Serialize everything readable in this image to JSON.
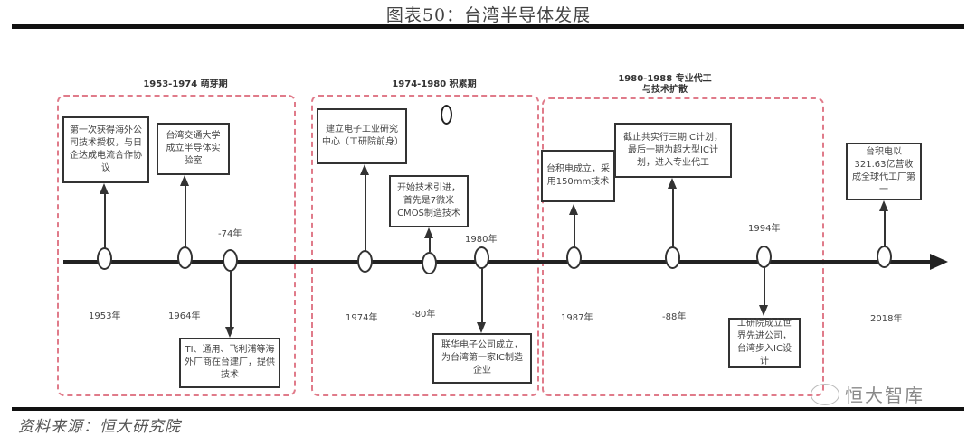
{
  "figure": {
    "title": "图表50：台湾半导体发展",
    "source": "资料来源：恒大研究院",
    "watermark": "恒大智库",
    "watermark_icon": "wechat-icon"
  },
  "periods": [
    {
      "label": "1953-1974 萌芽期"
    },
    {
      "label": "1974-1980 积累期"
    },
    {
      "label": "1980-1988 专业代工与技术扩散"
    }
  ],
  "events": [
    {
      "year": "1953年",
      "text": "第一次获得海外公司技术授权，与日企达成电流合作协议",
      "direction": "up"
    },
    {
      "year": "1964年",
      "text": "台湾交通大学成立半导体实验室",
      "direction": "up"
    },
    {
      "year": "-74年",
      "text": "TI、通用、飞利浦等海外厂商在台建厂，提供技术",
      "direction": "down"
    },
    {
      "year": "1974年",
      "text": "建立电子工业研究中心（工研院前身）",
      "direction": "up"
    },
    {
      "year": "-80年",
      "text": "开始技术引进，首先是7微米CMOS制造技术",
      "direction": "up"
    },
    {
      "year": "1980年",
      "text": "联华电子公司成立，为台湾第一家IC制造企业",
      "direction": "down"
    },
    {
      "year": "1987年",
      "text": "台积电成立，采用150mm技术",
      "direction": "up"
    },
    {
      "year": "-88年",
      "text": "截止共实行三期IC计划，最后一期为超大型IC计划，进入专业代工",
      "direction": "up"
    },
    {
      "year": "1994年",
      "text": "工研院成立世界先进公司，台湾步入IC设计",
      "direction": "down"
    },
    {
      "year": "2018年",
      "text": "台积电以321.63亿营收成全球代工厂第一",
      "direction": "up"
    }
  ]
}
